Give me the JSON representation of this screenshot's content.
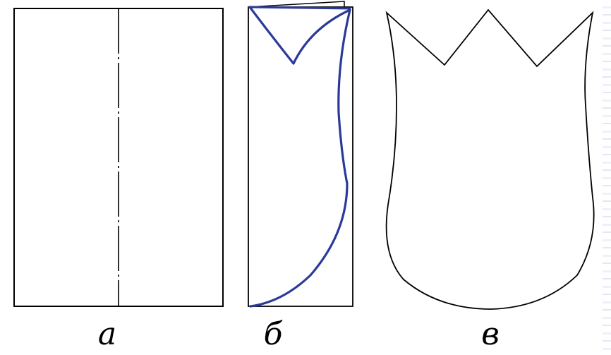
{
  "captions": {
    "a": "а",
    "b": "б",
    "v": "в"
  },
  "colors": {
    "outline": "#000000",
    "fold_line": "#2a3a9a"
  },
  "panels": [
    {
      "id": "a",
      "shape": "rectangle-with-dash-dot-center-line"
    },
    {
      "id": "b",
      "shape": "folded-half-with-half-tulip-outline"
    },
    {
      "id": "v",
      "shape": "unfolded-tulip"
    }
  ]
}
